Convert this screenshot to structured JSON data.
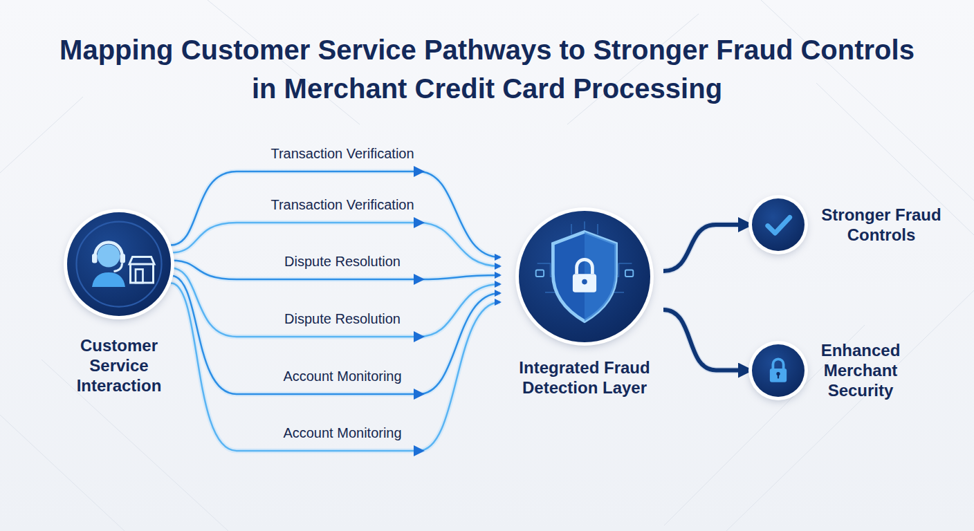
{
  "diagram": {
    "title": "Mapping Customer Service Pathways to Stronger Fraud Controls in Merchant Credit Card Processing",
    "nodes": [
      {
        "text": [
          "Customer Service Interaction"
        ]
      },
      {
        "text": [
          "Integrated Fraud Detection Layer"
        ]
      },
      {
        "text": [
          "Stronger Fraud Controls"
        ]
      },
      {
        "text": [
          "Enhanced Merchant Security"
        ]
      }
    ],
    "edges": [
      {
        "from": 0,
        "to": 1,
        "label": "Transaction Verification",
        "arrow": "to"
      },
      {
        "from": 0,
        "to": 1,
        "label": "Transaction Verification",
        "arrow": "to"
      },
      {
        "from": 0,
        "to": 1,
        "label": "Dispute Resolution",
        "arrow": "to"
      },
      {
        "from": 0,
        "to": 1,
        "label": "Dispute Resolution",
        "arrow": "to"
      },
      {
        "from": 0,
        "to": 1,
        "label": "Account Monitoring",
        "arrow": "to"
      },
      {
        "from": 0,
        "to": 1,
        "label": "Account Monitoring",
        "arrow": "to"
      },
      {
        "from": 1,
        "to": 2,
        "arrow": "to"
      },
      {
        "from": 1,
        "to": 3,
        "arrow": "to"
      }
    ]
  }
}
